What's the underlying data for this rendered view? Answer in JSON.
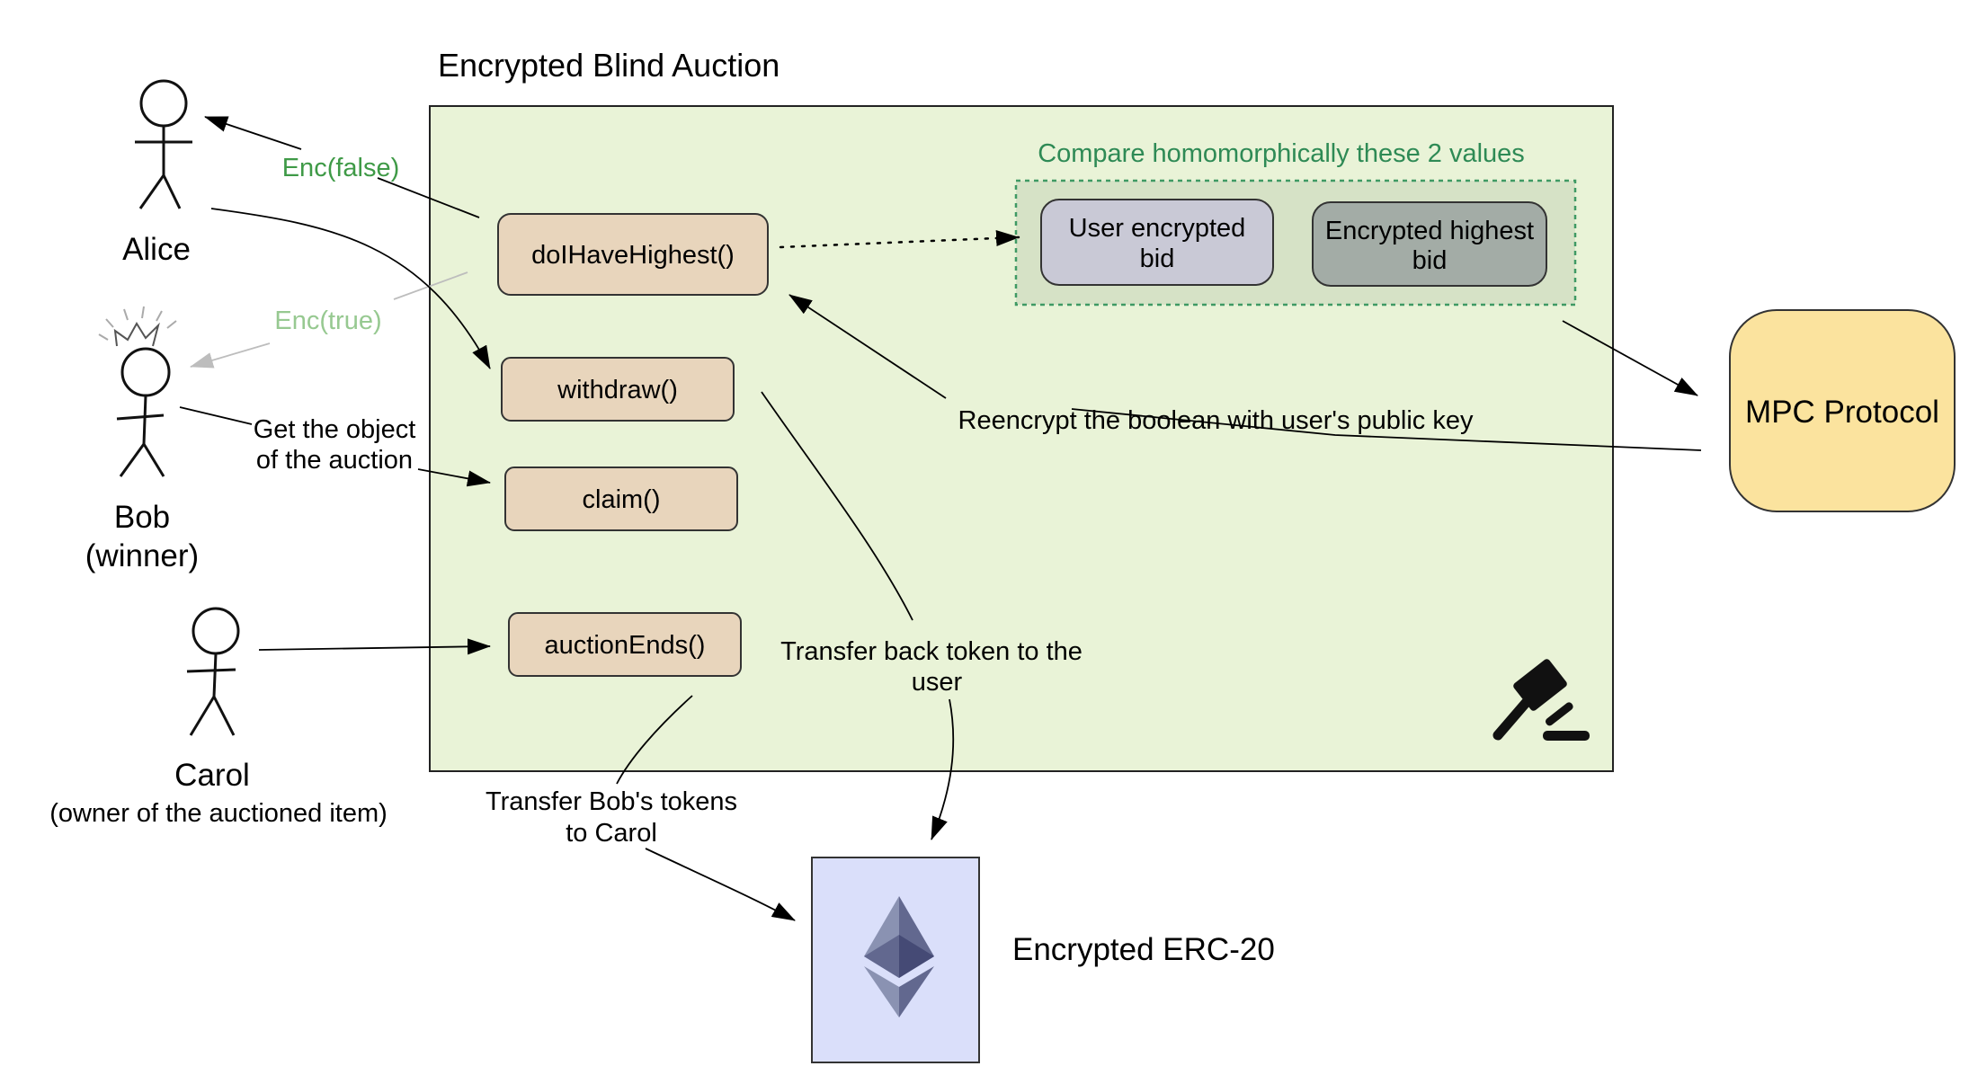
{
  "title": "Encrypted Blind Auction",
  "compare_label": "Compare homomorphically these 2 values",
  "functions": {
    "do_i_have_highest": "doIHaveHighest()",
    "withdraw": "withdraw()",
    "claim": "claim()",
    "auction_ends": "auctionEnds()"
  },
  "values": {
    "user_bid": [
      "User encrypted",
      "bid"
    ],
    "highest_bid": [
      "Encrypted highest",
      "bid"
    ]
  },
  "mpc": "MPC Protocol",
  "erc20": "Encrypted ERC-20",
  "actors": {
    "alice": "Alice",
    "bob": [
      "Bob",
      "(winner)"
    ],
    "carol": "Carol",
    "carol_note": "(owner of the auctioned item)"
  },
  "edges": {
    "enc_false": "Enc(false)",
    "enc_true": "Enc(true)",
    "get_object": [
      "Get the object",
      "of the auction"
    ],
    "reencrypt": "Reencrypt the boolean with user's public key",
    "transfer_back": [
      "Transfer back token to the",
      "user"
    ],
    "transfer_bob": [
      "Transfer Bob's tokens",
      "to Carol"
    ]
  },
  "colors": {
    "container_fill": "#e9f3d7",
    "function_fill": "#e8d5bc",
    "user_bid_fill": "#c9c9d6",
    "highest_bid_fill": "#a3aca6",
    "compare_group_fill": "#d6e2c6",
    "compare_border": "#3f9a64",
    "mpc_fill": "#fbe39e",
    "erc20_fill": "#dadffa",
    "enc_false_text": "#3f9a47",
    "enc_true_text": "#97c991",
    "compare_text": "#2e8a55"
  },
  "icons": [
    "gavel-icon",
    "ethereum-icon",
    "crown-icon",
    "stick-figure-icon"
  ]
}
